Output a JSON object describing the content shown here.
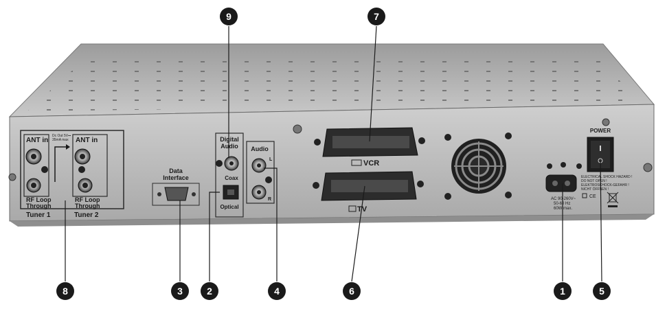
{
  "device": {
    "tuner1": {
      "ant_in": "ANT in",
      "rf_loop": "RF Loop",
      "through": "Through",
      "name": "Tuner 1"
    },
    "tuner2": {
      "ant_in": "ANT in",
      "rf_loop": "RF Loop",
      "through": "Through",
      "name": "Tuner 2"
    },
    "dc_out": "Dc Out 5V⎓",
    "dc_out_ma": "35mA max",
    "data_interface": [
      "Data",
      "Interface"
    ],
    "digital_audio": [
      "Digital",
      "Audio"
    ],
    "coax": "Coax",
    "optical": "Optical",
    "audio": "Audio",
    "audio_l": "L",
    "audio_r": "R",
    "scart_vcr": "VCR",
    "scart_tv": "TV",
    "power": "POWER",
    "ac_rating": [
      "AC 90-260V~",
      "50-60 Hz",
      "60W max."
    ],
    "warning": [
      "ELECTRICAL SHOCK HAZARD !",
      "DO NOT OPEN !",
      "ELEKTROSCHOCK-GEFAHR !",
      "NICHT ÖFFNEN !"
    ],
    "ce_mark": "CE"
  },
  "callouts": [
    {
      "number": "9"
    },
    {
      "number": "7"
    },
    {
      "number": "8"
    },
    {
      "number": "3"
    },
    {
      "number": "2"
    },
    {
      "number": "4"
    },
    {
      "number": "6"
    },
    {
      "number": "1"
    },
    {
      "number": "5"
    }
  ]
}
